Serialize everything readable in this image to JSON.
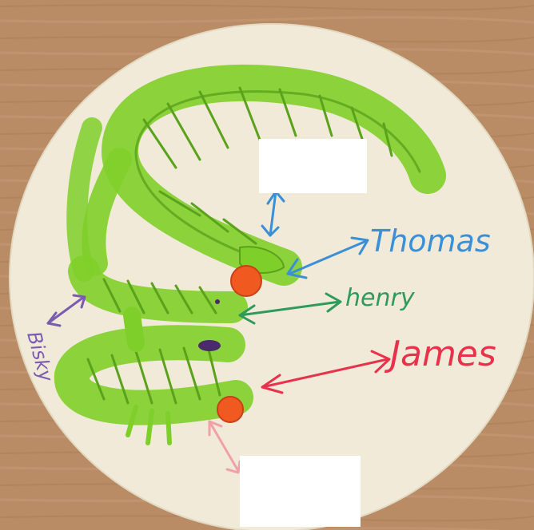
{
  "labels": {
    "thomas": "Thomas",
    "henry": "henry",
    "james": "James",
    "bisky": "Bisky"
  },
  "colors": {
    "table": "#b88a64",
    "paper": "#f1ead8",
    "snake_green": "#7fcf2a",
    "snake_dark": "#5aa21c",
    "thomas_blue": "#3a8fd6",
    "henry_green": "#2f9a5a",
    "james_red": "#e8324c",
    "bisky_purple": "#7a5bb0",
    "pink_arrow": "#f0a0a8",
    "head_orange": "#f05a20",
    "eye_purple": "#4a2a6a"
  },
  "redactions": 2
}
